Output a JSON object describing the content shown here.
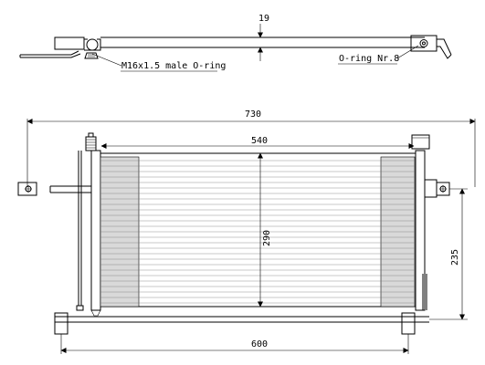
{
  "dimensions": {
    "pipe_offset": "19",
    "overall_width": "730",
    "core_width": "540",
    "core_height": "290",
    "bracket_height": "235",
    "mount_spacing": "600"
  },
  "callouts": {
    "inlet_fitting": "M16x1.5 male O-ring",
    "outlet_fitting": "O-ring Nr.8"
  },
  "colors": {
    "line": "#000000",
    "core_fill": "#d9d9d9",
    "background": "#ffffff"
  }
}
